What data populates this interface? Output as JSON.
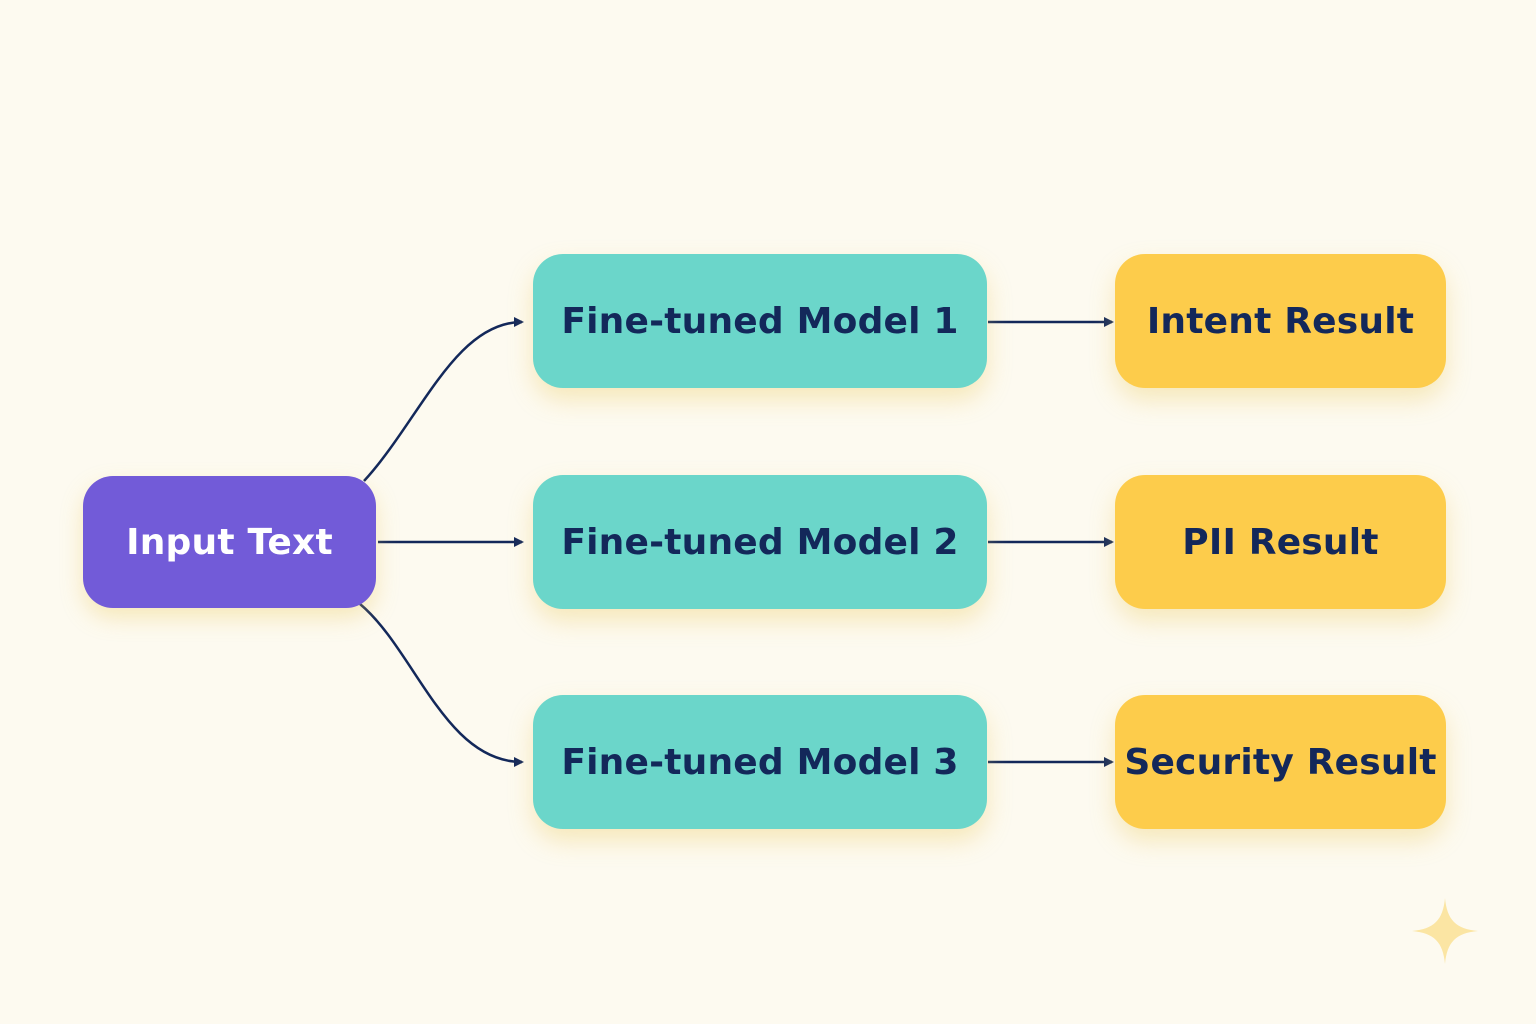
{
  "nodes": {
    "input": {
      "label": "Input Text"
    },
    "models": [
      {
        "label": "Fine-tuned Model 1"
      },
      {
        "label": "Fine-tuned Model 2"
      },
      {
        "label": "Fine-tuned Model 3"
      }
    ],
    "results": [
      {
        "label": "Intent Result"
      },
      {
        "label": "PII Result"
      },
      {
        "label": "Security Result"
      }
    ]
  },
  "edges": [
    {
      "from": "Input Text",
      "to": "Fine-tuned Model 1"
    },
    {
      "from": "Input Text",
      "to": "Fine-tuned Model 2"
    },
    {
      "from": "Input Text",
      "to": "Fine-tuned Model 3"
    },
    {
      "from": "Fine-tuned Model 1",
      "to": "Intent Result"
    },
    {
      "from": "Fine-tuned Model 2",
      "to": "PII Result"
    },
    {
      "from": "Fine-tuned Model 3",
      "to": "Security Result"
    }
  ],
  "colors": {
    "background": "#fdfaf0",
    "input_fill": "#725bd8",
    "model_fill": "#6bd6ca",
    "result_fill": "#fdcc4b",
    "dark_text": "#13285a",
    "light_text": "#ffffff",
    "connector": "#13285a",
    "sparkle": "#fbe5a3"
  },
  "icons": {
    "decoration": "sparkle-icon"
  }
}
